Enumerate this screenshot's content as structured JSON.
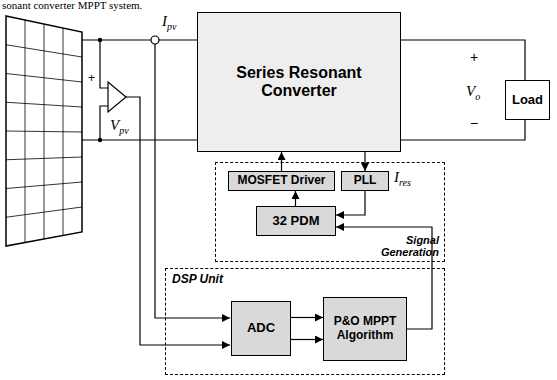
{
  "diagram": {
    "nodes": [
      {
        "text": [
          "Series Resonant Converter"
        ]
      },
      {
        "text": [
          "Load"
        ]
      },
      {
        "text": [
          "Signal Generation"
        ]
      },
      {
        "text": [
          "MOSFET Driver"
        ],
        "in": 2
      },
      {
        "text": [
          "PLL"
        ],
        "in": 2
      },
      {
        "text": [
          "32 PDM"
        ],
        "in": 2
      },
      {
        "text": [
          "DSP Unit"
        ]
      },
      {
        "text": [
          "ADC"
        ],
        "in": 6
      },
      {
        "text": [
          "P&O MPPT Algorithm"
        ],
        "in": 6
      }
    ],
    "edges": [
      {
        "from": 0,
        "to": 4,
        "arrow": "to",
        "label": "Ires"
      },
      {
        "from": 4,
        "to": 5,
        "arrow": "to"
      },
      {
        "from": 5,
        "to": 3,
        "arrow": "to"
      },
      {
        "from": 3,
        "to": 0,
        "arrow": "to"
      },
      {
        "from": 7,
        "to": 8,
        "arrow": "to"
      },
      {
        "from": 7,
        "to": 8,
        "arrow": "to"
      },
      {
        "from": 8,
        "to": 5,
        "arrow": "to"
      }
    ],
    "labels": [
      "sonant converter MPPT system.",
      "Ipv",
      "+",
      "Vpv",
      "+",
      "−",
      "Vo"
    ]
  }
}
